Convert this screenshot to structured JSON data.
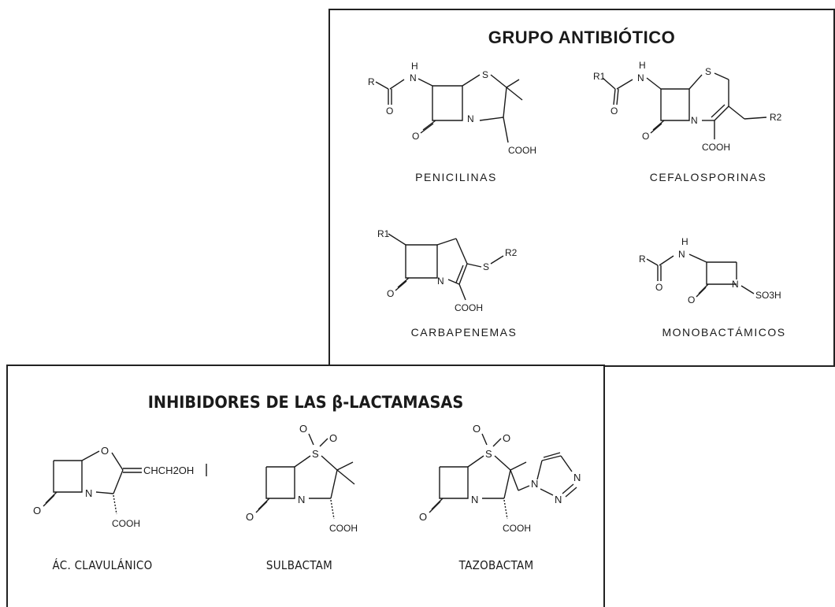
{
  "antibiotic_group": {
    "title": "GRUPO ANTIBIÓTICO",
    "structures": [
      {
        "name": "PENICILINAS"
      },
      {
        "name": "CEFALOSPORINAS"
      },
      {
        "name": "CARBAPENEMAS"
      },
      {
        "name": "MONOBACTÁMICOS"
      }
    ]
  },
  "inhibitors": {
    "title": "INHIBIDORES DE LAS β-LACTAMASAS",
    "structures": [
      {
        "name": "ÁC. CLAVULÁNICO"
      },
      {
        "name": "SULBACTAM"
      },
      {
        "name": "TAZOBACTAM"
      }
    ]
  },
  "atom_labels": {
    "R": "R",
    "R1": "R",
    "R2": "R",
    "sub1": "1",
    "sub2": "2",
    "H": "H",
    "N": "N",
    "S": "S",
    "O": "O",
    "COOH": "COOH",
    "SO3H": "SO",
    "sub3": "3",
    "H_after": "H",
    "CHCH2OH": "CHCH",
    "OH": "OH"
  }
}
